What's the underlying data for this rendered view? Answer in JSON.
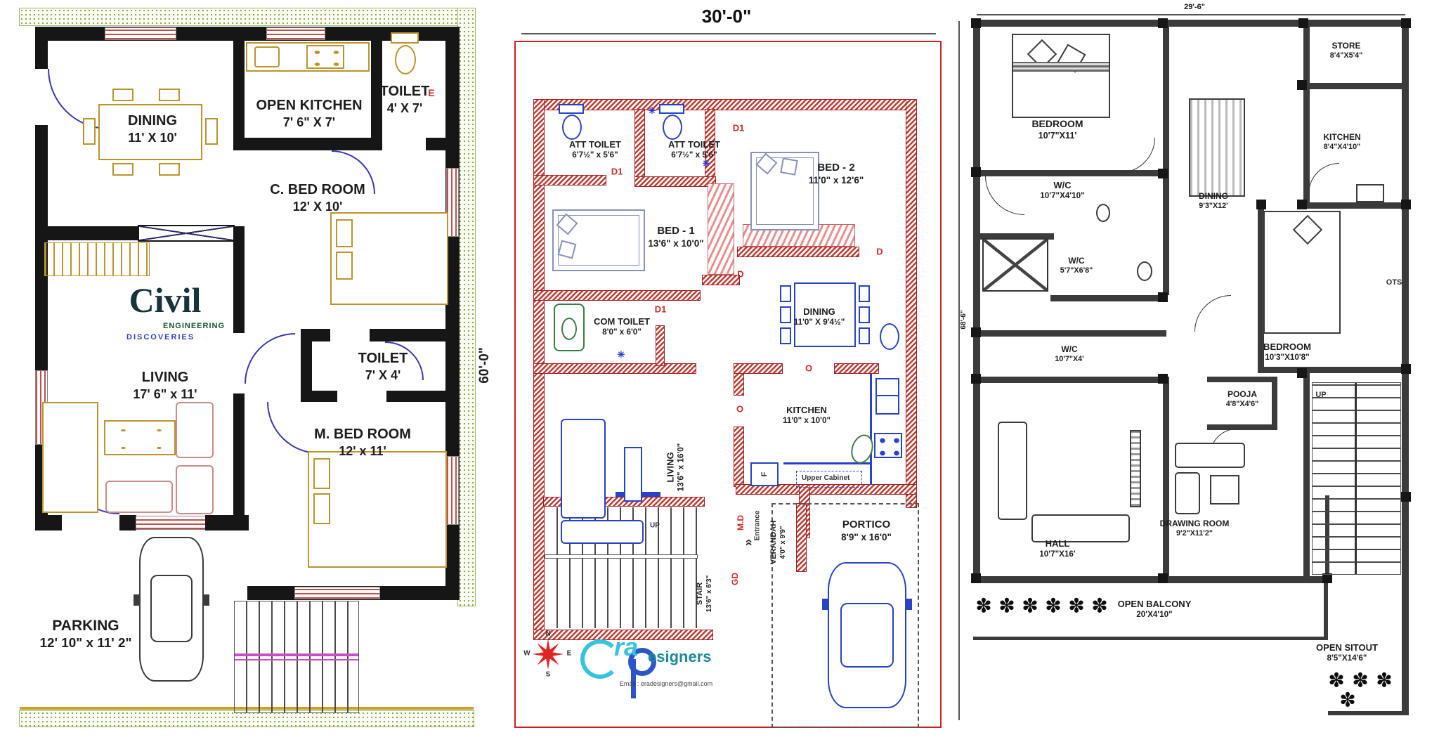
{
  "glyphs": {
    "flower": "✽",
    "chevron": "«",
    "light": "✳"
  },
  "plans": {
    "left": {
      "dim_side": "60'-0\"",
      "mark_e": "E",
      "logo": {
        "title": "Civil",
        "sub1": "ENGINEERING",
        "sub2": "DISCOVERIES"
      },
      "rooms": {
        "dining": {
          "name": "DINING",
          "dims": "11' X 10'"
        },
        "open_kitchen": {
          "name": "OPEN KITCHEN",
          "dims": "7' 6\" X 7'"
        },
        "toilet_top": {
          "name": "TOILET",
          "dims": "4' X 7'"
        },
        "c_bedroom": {
          "name": "C. BED ROOM",
          "dims": "12' X 10'"
        },
        "living": {
          "name": "LIVING",
          "dims": "17' 6\" x 11'"
        },
        "toilet_mid": {
          "name": "TOILET",
          "dims": "7' X 4'"
        },
        "m_bedroom": {
          "name": "M. BED ROOM",
          "dims": "12' x 11'"
        },
        "parking": {
          "name": "PARKING",
          "dims": "12' 10\" x 11' 2\""
        }
      }
    },
    "middle": {
      "width_dim": "30'-0\"",
      "rooms": {
        "att_toilet_1": {
          "name": "ATT TOILET",
          "dims": "6'7½\" x 5'6\""
        },
        "att_toilet_2": {
          "name": "ATT TOILET",
          "dims": "6'7½\" x 5'6\""
        },
        "bed_2": {
          "name": "BED - 2",
          "dims": "11'0\" x 12'6\""
        },
        "bed_1": {
          "name": "BED - 1",
          "dims": "13'6\" x 10'0\""
        },
        "com_toilet": {
          "name": "COM TOILET",
          "dims": "8'0\" x 6'0\""
        },
        "dining": {
          "name": "DINING",
          "dims": "11'0\" X 9'4½\""
        },
        "kitchen": {
          "name": "KITCHEN",
          "dims": "11'0\" x 10'0\""
        },
        "living": {
          "name": "LIVING",
          "dims": "13'6\" x 16'0\""
        },
        "stair": {
          "name": "STAIR",
          "dims": "13'6\" x 6'3\""
        },
        "verandah": {
          "name": "VERANDAH",
          "dims": "4'0\" x 9'9\""
        },
        "portico": {
          "name": "PORTICO",
          "dims": "8'9\" x 16'0\""
        }
      },
      "marks": {
        "d1_a": "D1",
        "d1_b": "D1",
        "d1_c": "D1",
        "d_a": "D",
        "d_b": "D",
        "o_a": "O",
        "o_b": "O",
        "md": "M.D",
        "entrance": "Entrance",
        "gd": "GD",
        "up": "UP",
        "upper_cabinet": "Upper Cabinet",
        "fridge": "F"
      },
      "compass": {
        "n": "N",
        "e": "E",
        "s": "S",
        "w": "W"
      },
      "logo": {
        "ra": "ra",
        "esigners": "esigners",
        "email": "Email : eradesigners@gmail.com"
      }
    },
    "right": {
      "width_dim": "29'-6\"",
      "depth_dim": "68'-6\"",
      "rooms": {
        "bedroom_top": {
          "name": "BEDROOM",
          "dims": "10'7\"X11'"
        },
        "wc_top": {
          "name": "W/C",
          "dims": "10'7\"X4'10\""
        },
        "wc_mid": {
          "name": "W/C",
          "dims": "5'7\"X6'8\""
        },
        "wc_low": {
          "name": "W/C",
          "dims": "10'7\"X4'"
        },
        "store": {
          "name": "STORE",
          "dims": "8'4\"X5'4\""
        },
        "kitchen": {
          "name": "KITCHEN",
          "dims": "8'4\"X4'10\""
        },
        "dining": {
          "name": "DINING",
          "dims": "9'3\"X12'"
        },
        "bedroom_right": {
          "name": "BEDROOM",
          "dims": "10'3\"X10'8\""
        },
        "pooja": {
          "name": "POOJA",
          "dims": "4'8\"X4'6\""
        },
        "hall": {
          "name": "HALL",
          "dims": "10'7\"X16'"
        },
        "drawing_room": {
          "name": "DRAWING ROOM",
          "dims": "9'2\"X11'2\""
        },
        "open_balcony": {
          "name": "OPEN BALCONY",
          "dims": "20'X4'10\""
        },
        "open_sitout": {
          "name": "OPEN SITOUT",
          "dims": "8'5\"X14'6\""
        }
      },
      "marks": {
        "ots": "OTS",
        "up": "UP"
      }
    }
  }
}
